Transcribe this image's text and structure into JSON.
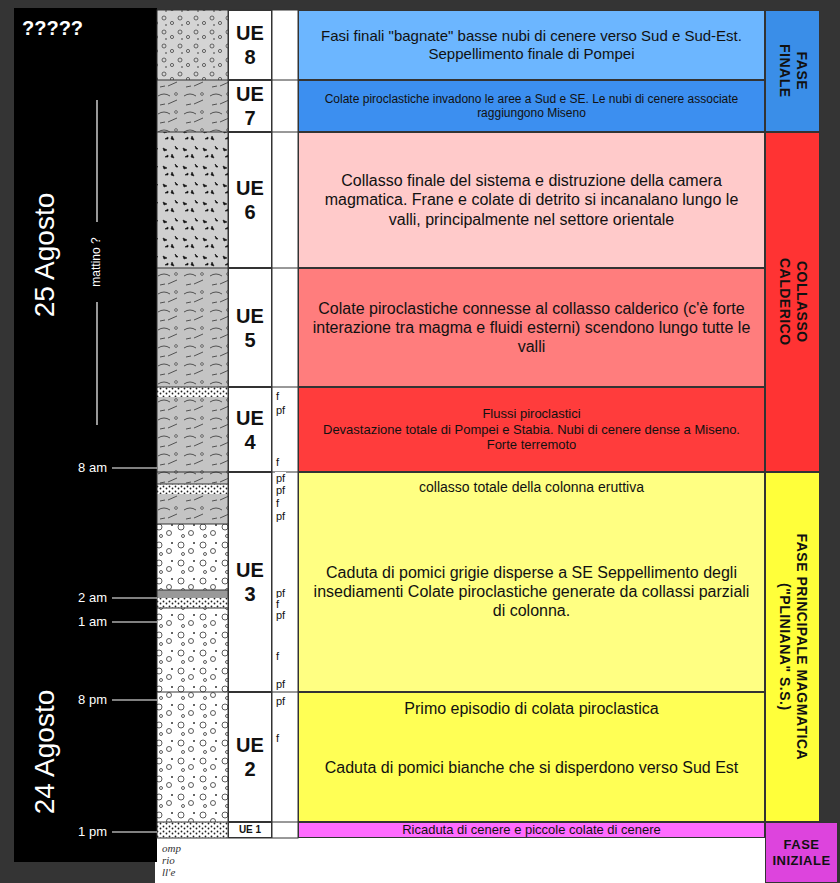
{
  "diagram": {
    "nodes": [
      {
        "text": [
          "UE 8"
        ]
      },
      {
        "text": [
          "Fasi finali \"bagnate\" basse nubi di cenere verso Sud e Sud-Est. Seppellimento finale di Pompei"
        ]
      },
      {
        "text": [
          "UE 7"
        ]
      },
      {
        "text": [
          "Colate piroclastiche invadono le aree a Sud e SE. Le nubi di cenere associate raggiungono Miseno"
        ]
      },
      {
        "text": [
          "UE 6"
        ]
      },
      {
        "text": [
          "Collasso finale del sistema e distruzione della camera magmatica. Frane e colate di detrito si incanalano lungo le valli, principalmente nel settore orientale"
        ]
      },
      {
        "text": [
          "UE 5"
        ]
      },
      {
        "text": [
          "Colate piroclastiche connesse al collasso calderico (c'è forte interazione tra magma e fluidi esterni) scendono lungo tutte le valli"
        ]
      },
      {
        "text": [
          "UE 4"
        ]
      },
      {
        "text": [
          "Flussi piroclastici",
          "Devastazione totale di Pompei e Stabia. Nubi di cenere dense a Miseno. Forte terremoto"
        ]
      },
      {
        "text": [
          "UE 3"
        ]
      },
      {
        "text": [
          "collasso totale della colonna eruttiva",
          "Caduta di pomici grigie disperse a SE Seppellimento degli insediamenti Colate piroclastiche generate da collassi parziali di colonna."
        ]
      },
      {
        "text": [
          "UE 2"
        ]
      },
      {
        "text": [
          "Primo episodio di colata piroclastica",
          "Caduta di pomici bianche che si disperdono verso Sud Est"
        ]
      },
      {
        "text": [
          "UE 1"
        ]
      },
      {
        "text": [
          "Ricaduta di cenere e piccole colate di cenere"
        ]
      },
      {
        "text": [
          "FASE FINALE"
        ]
      },
      {
        "text": [
          "COLLASSO CALDERICO"
        ]
      },
      {
        "text": [
          "FASE PRINCIPALE MAGMATICA",
          "(\"PLINIANA\" S.S.)"
        ]
      },
      {
        "text": [
          "FASE INIZIALE"
        ]
      }
    ],
    "labels": [
      "?????",
      "25 Agosto",
      "mattino ?",
      "8 am",
      "2 am",
      "1 am",
      "8 pm",
      "24 Agosto",
      "1 pm",
      "f",
      "pf",
      "f",
      "pf",
      "pf",
      "f",
      "pf",
      "pf",
      "f",
      "pf",
      "f",
      "pf",
      "pf",
      "f",
      "omp",
      "rio",
      "ll'e"
    ]
  }
}
